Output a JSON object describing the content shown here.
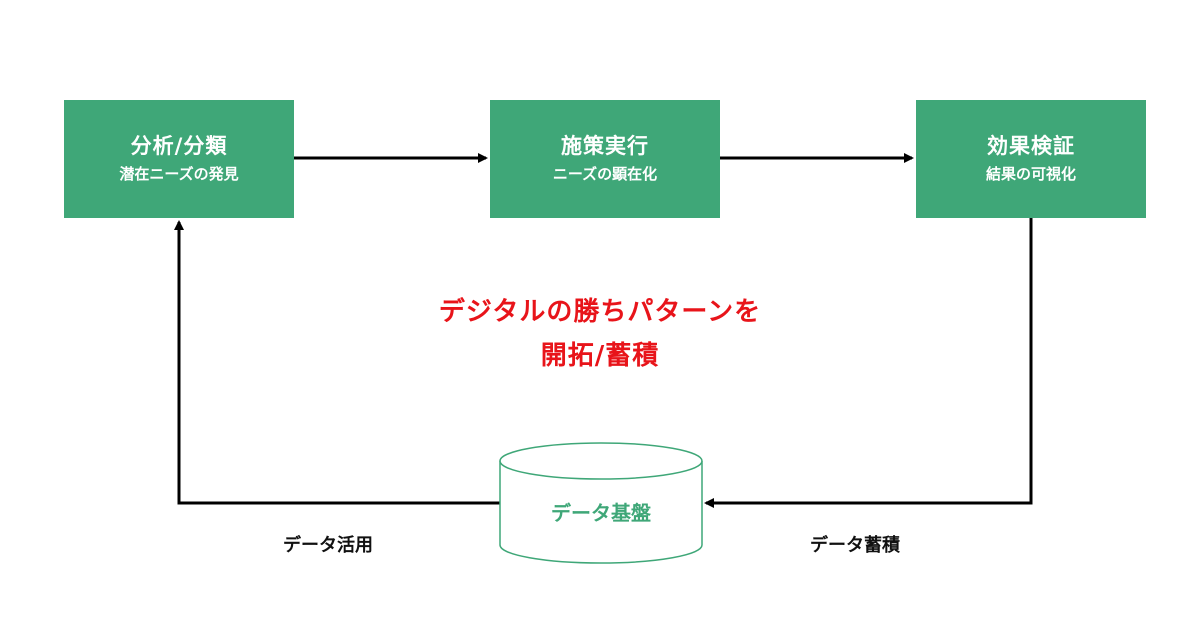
{
  "steps": [
    {
      "title": "分析/分類",
      "subtitle": "潜在ニーズの発見"
    },
    {
      "title": "施策実行",
      "subtitle": "ニーズの顕在化"
    },
    {
      "title": "効果検証",
      "subtitle": "結果の可視化"
    }
  ],
  "center": {
    "line1": "デジタルの勝ちパターンを",
    "line2": "開拓/蓄積"
  },
  "database": {
    "label": "データ基盤"
  },
  "flows": {
    "use": "データ活用",
    "store": "データ蓄積"
  },
  "colors": {
    "box_fill": "#3fa778",
    "center_text": "#e8141a",
    "arrow": "#000000",
    "db_stroke": "#3fa778"
  }
}
